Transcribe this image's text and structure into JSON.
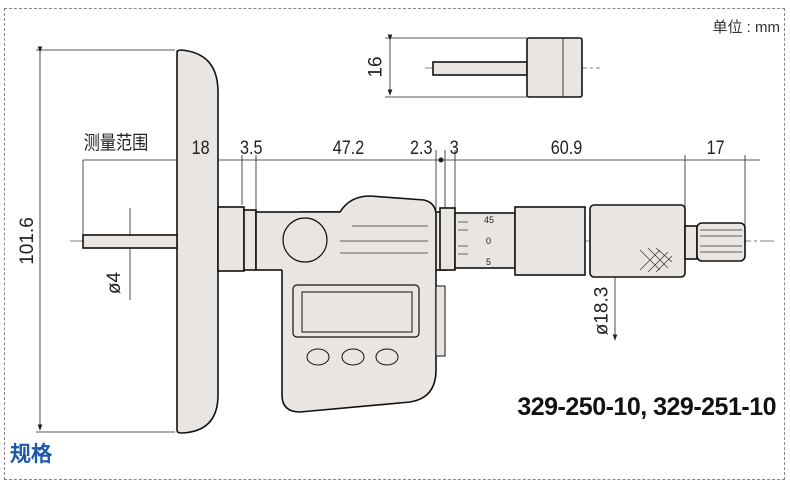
{
  "unit_label": "单位 : mm",
  "model_numbers": "329-250-10, 329-251-10",
  "section_title": "规格",
  "range_label": "测量范围",
  "dimensions": {
    "base_height": "101.6",
    "rod_diameter": "ø4",
    "base_width": "18",
    "collar": "3.5",
    "body": "47.2",
    "gap1": "2.3",
    "gap2": "3",
    "thimble": "60.9",
    "ratchet": "17",
    "thimble_diameter": "ø18.3",
    "inset_height": "16"
  },
  "scale_marks": [
    "45",
    "0",
    "5"
  ],
  "colors": {
    "fill": "#e8e5e2",
    "accent": "#1d57a8"
  }
}
